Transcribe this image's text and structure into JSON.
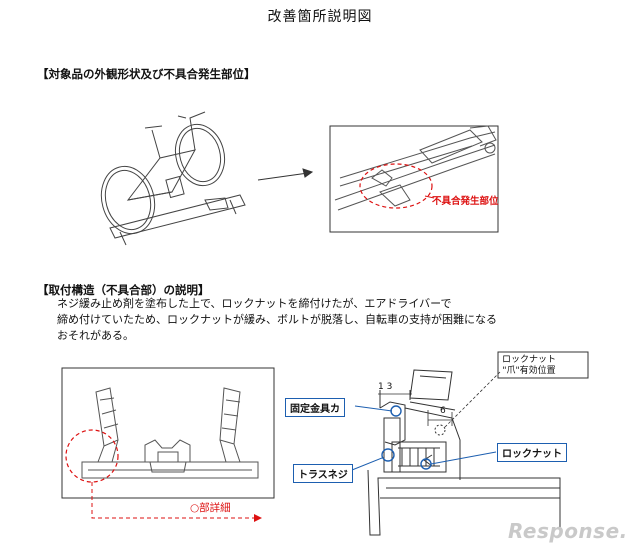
{
  "title": "改善箇所説明図",
  "section1": {
    "heading": "【対象品の外観形状及び不具合発生部位】",
    "defect_label": "不具合発生部位"
  },
  "section2": {
    "heading": "【取付構造（不具合部）の説明】",
    "lines": [
      "ネジ緩み止め剤を塗布した上で、ロックナットを締付けたが、エアドライバーで",
      "締め付けていたため、ロックナットが緩み、ボルトが脱落し、自転車の支持が困難になる",
      "おそれがある。"
    ]
  },
  "detail_label": "○部詳細",
  "labels": {
    "kotei": "固定金具カ",
    "screw": "トラスネジ",
    "locknut": "ロックナット",
    "callout_line1": "ロックナット",
    "callout_line2": "\"爪\"有効位置",
    "dim_13": "1 3",
    "dim_6": "6"
  },
  "watermark": "Response.",
  "colors": {
    "accent_red": "#d11111",
    "label_blue": "#1d5fb0"
  }
}
